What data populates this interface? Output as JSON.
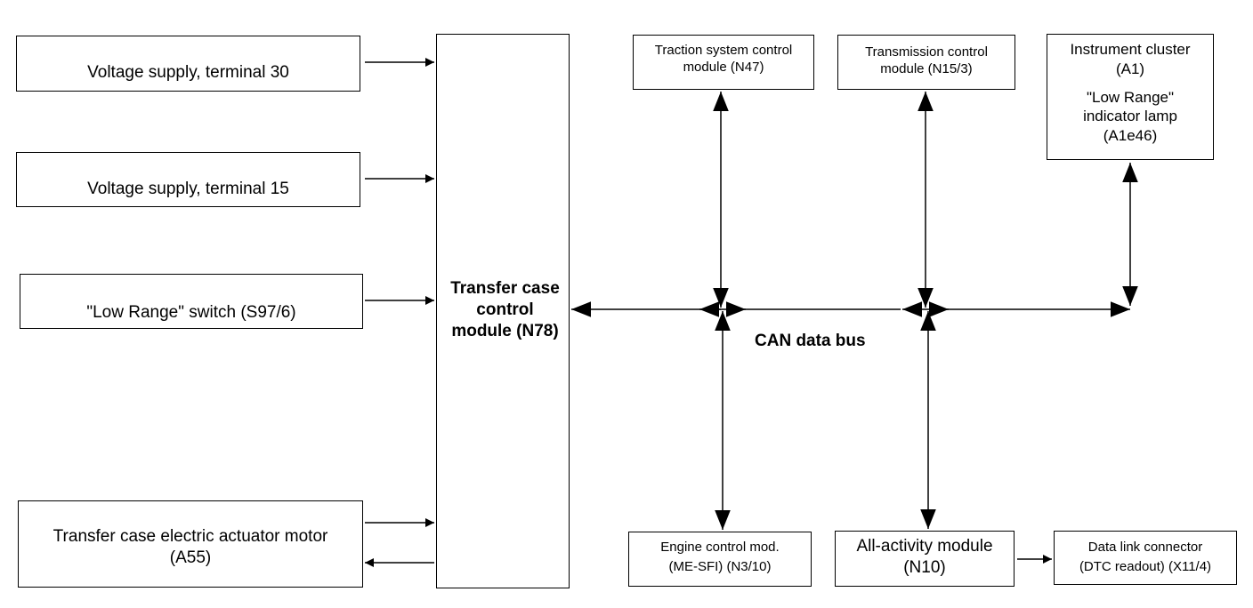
{
  "boxes": {
    "v30": "Voltage supply, terminal 30",
    "v15": "Voltage supply, terminal 15",
    "lowRangeSwitch": "\"Low Range\" switch (S97/6)",
    "actuator": [
      "Transfer case electric actuator motor",
      "(A55)"
    ],
    "transferCase": [
      "Transfer case",
      "control",
      "module (N78)"
    ],
    "traction": [
      "Traction system control",
      "module (N47)"
    ],
    "transmission": [
      "Transmission control",
      "module (N15/3)"
    ],
    "cluster": [
      "Instrument cluster",
      "(A1)",
      "",
      "\"Low Range\"",
      "indicator lamp",
      "(A1e46)"
    ],
    "engine": [
      "Engine control mod.",
      "(ME-SFI) (N3/10)"
    ],
    "allActivity": [
      "All-activity module",
      "(N10)"
    ],
    "dlc": [
      "Data link connector",
      "(DTC readout) (X11/4)"
    ]
  },
  "bus_label": "CAN data bus"
}
